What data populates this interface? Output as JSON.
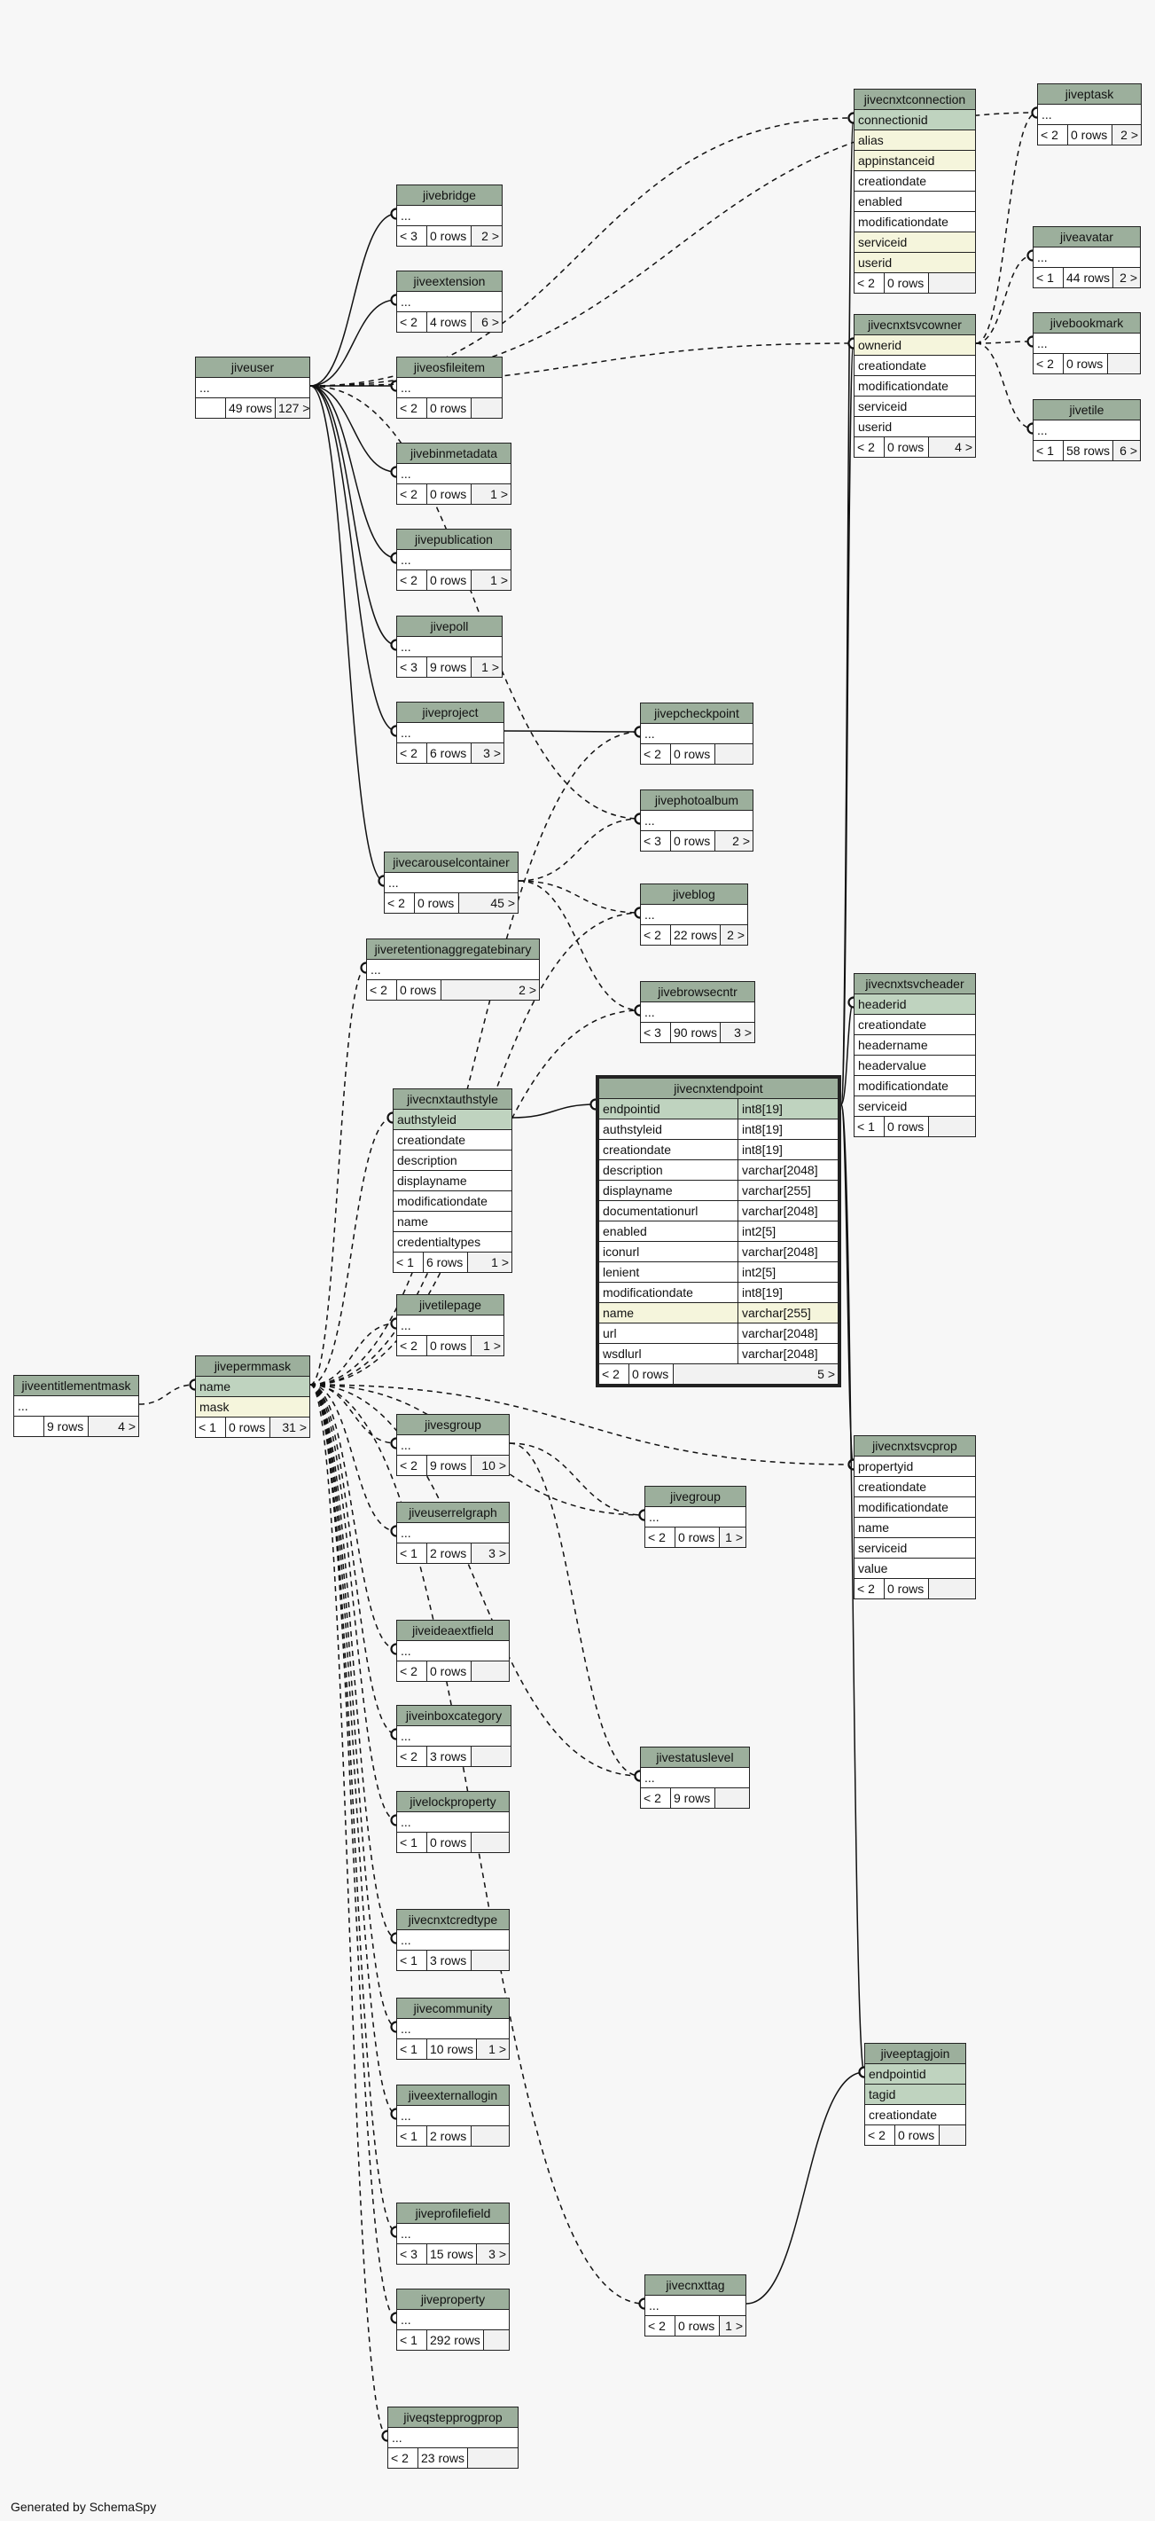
{
  "footer": "Generated by SchemaSpy",
  "colors": {
    "header": "#9caf9c",
    "pk": "#bfd3bf",
    "fk": "#f5f5dc",
    "background": "#f7f7f7",
    "border": "#222222"
  },
  "tables": [
    {
      "id": "jiveptask",
      "name": "jiveptask",
      "rows": [
        {
          "n": "..."
        }
      ],
      "foot": [
        "< 2",
        "0 rows",
        "2 >"
      ]
    },
    {
      "id": "jivecnxtconnection",
      "name": "jivecnxtconnection",
      "rows": [
        {
          "n": "connectionid",
          "k": "pk"
        },
        {
          "n": "alias",
          "k": "fk"
        },
        {
          "n": "appinstanceid",
          "k": "fk"
        },
        {
          "n": "creationdate"
        },
        {
          "n": "enabled"
        },
        {
          "n": "modificationdate"
        },
        {
          "n": "serviceid",
          "k": "fk"
        },
        {
          "n": "userid",
          "k": "fk"
        }
      ],
      "foot": [
        "< 2",
        "0 rows",
        ""
      ]
    },
    {
      "id": "jiveavatar",
      "name": "jiveavatar",
      "rows": [
        {
          "n": "..."
        }
      ],
      "foot": [
        "< 1",
        "44 rows",
        "2 >"
      ]
    },
    {
      "id": "jivecnxtsvcowner",
      "name": "jivecnxtsvcowner",
      "rows": [
        {
          "n": "ownerid",
          "k": "fk"
        },
        {
          "n": "creationdate"
        },
        {
          "n": "modificationdate"
        },
        {
          "n": "serviceid"
        },
        {
          "n": "userid"
        }
      ],
      "foot": [
        "< 2",
        "0 rows",
        "4 >"
      ]
    },
    {
      "id": "jivebookmark",
      "name": "jivebookmark",
      "rows": [
        {
          "n": "..."
        }
      ],
      "foot": [
        "< 2",
        "0 rows",
        ""
      ]
    },
    {
      "id": "jivetile",
      "name": "jivetile",
      "rows": [
        {
          "n": "..."
        }
      ],
      "foot": [
        "< 1",
        "58 rows",
        "6 >"
      ]
    },
    {
      "id": "jivebridge",
      "name": "jivebridge",
      "rows": [
        {
          "n": "..."
        }
      ],
      "foot": [
        "< 3",
        "0 rows",
        "2 >"
      ]
    },
    {
      "id": "jiveextension",
      "name": "jiveextension",
      "rows": [
        {
          "n": "..."
        }
      ],
      "foot": [
        "< 2",
        "4 rows",
        "6 >"
      ]
    },
    {
      "id": "jiveuser",
      "name": "jiveuser",
      "rows": [
        {
          "n": "..."
        }
      ],
      "foot": [
        "",
        "49 rows",
        "127 >"
      ]
    },
    {
      "id": "jiveosfileitem",
      "name": "jiveosfileitem",
      "rows": [
        {
          "n": "..."
        }
      ],
      "foot": [
        "< 2",
        "0 rows",
        ""
      ]
    },
    {
      "id": "jivebinmetadata",
      "name": "jivebinmetadata",
      "rows": [
        {
          "n": "..."
        }
      ],
      "foot": [
        "< 2",
        "0 rows",
        "1 >"
      ]
    },
    {
      "id": "jivepublication",
      "name": "jivepublication",
      "rows": [
        {
          "n": "..."
        }
      ],
      "foot": [
        "< 2",
        "0 rows",
        "1 >"
      ]
    },
    {
      "id": "jivepoll",
      "name": "jivepoll",
      "rows": [
        {
          "n": "..."
        }
      ],
      "foot": [
        "< 3",
        "9 rows",
        "1 >"
      ]
    },
    {
      "id": "jiveproject",
      "name": "jiveproject",
      "rows": [
        {
          "n": "..."
        }
      ],
      "foot": [
        "< 2",
        "6 rows",
        "3 >"
      ]
    },
    {
      "id": "jivepcheckpoint",
      "name": "jivepcheckpoint",
      "rows": [
        {
          "n": "..."
        }
      ],
      "foot": [
        "< 2",
        "0 rows",
        ""
      ]
    },
    {
      "id": "jivephotoalbum",
      "name": "jivephotoalbum",
      "rows": [
        {
          "n": "..."
        }
      ],
      "foot": [
        "< 3",
        "0 rows",
        "2 >"
      ]
    },
    {
      "id": "jivecarouselcontainer",
      "name": "jivecarouselcontainer",
      "rows": [
        {
          "n": "..."
        }
      ],
      "foot": [
        "< 2",
        "0 rows",
        "45 >"
      ]
    },
    {
      "id": "jiveblog",
      "name": "jiveblog",
      "rows": [
        {
          "n": "..."
        }
      ],
      "foot": [
        "< 2",
        "22 rows",
        "2 >"
      ]
    },
    {
      "id": "jiveretentionaggregatebinary",
      "name": "jiveretentionaggregatebinary",
      "rows": [
        {
          "n": "..."
        }
      ],
      "foot": [
        "< 2",
        "0 rows",
        "2 >"
      ]
    },
    {
      "id": "jivebrowsecntr",
      "name": "jivebrowsecntr",
      "rows": [
        {
          "n": "..."
        }
      ],
      "foot": [
        "< 3",
        "90 rows",
        "3 >"
      ]
    },
    {
      "id": "jivecnxtsvcheader",
      "name": "jivecnxtsvcheader",
      "rows": [
        {
          "n": "headerid",
          "k": "pk"
        },
        {
          "n": "creationdate"
        },
        {
          "n": "headername"
        },
        {
          "n": "headervalue"
        },
        {
          "n": "modificationdate"
        },
        {
          "n": "serviceid"
        }
      ],
      "foot": [
        "< 1",
        "0 rows",
        ""
      ]
    },
    {
      "id": "jivecnxtauthstyle",
      "name": "jivecnxtauthstyle",
      "rows": [
        {
          "n": "authstyleid",
          "k": "pk"
        },
        {
          "n": "creationdate"
        },
        {
          "n": "description"
        },
        {
          "n": "displayname"
        },
        {
          "n": "modificationdate"
        },
        {
          "n": "name"
        },
        {
          "n": "credentialtypes"
        }
      ],
      "foot": [
        "< 1",
        "6 rows",
        "1 >"
      ]
    },
    {
      "id": "jivecnxtendpoint",
      "name": "jivecnxtendpoint",
      "focus": true,
      "rows": [
        {
          "n": "endpointid",
          "t": "int8[19]",
          "k": "pk"
        },
        {
          "n": "authstyleid",
          "t": "int8[19]"
        },
        {
          "n": "creationdate",
          "t": "int8[19]"
        },
        {
          "n": "description",
          "t": "varchar[2048]"
        },
        {
          "n": "displayname",
          "t": "varchar[255]"
        },
        {
          "n": "documentationurl",
          "t": "varchar[2048]"
        },
        {
          "n": "enabled",
          "t": "int2[5]"
        },
        {
          "n": "iconurl",
          "t": "varchar[2048]"
        },
        {
          "n": "lenient",
          "t": "int2[5]"
        },
        {
          "n": "modificationdate",
          "t": "int8[19]"
        },
        {
          "n": "name",
          "t": "varchar[255]",
          "k": "fk"
        },
        {
          "n": "url",
          "t": "varchar[2048]"
        },
        {
          "n": "wsdlurl",
          "t": "varchar[2048]"
        }
      ],
      "foot": [
        "< 2",
        "0 rows",
        "5 >"
      ]
    },
    {
      "id": "jivetilepage",
      "name": "jivetilepage",
      "rows": [
        {
          "n": "..."
        }
      ],
      "foot": [
        "< 2",
        "0 rows",
        "1 >"
      ]
    },
    {
      "id": "jiveentitlementmask",
      "name": "jiveentitlementmask",
      "rows": [
        {
          "n": "..."
        }
      ],
      "foot": [
        "",
        "9 rows",
        "4 >"
      ]
    },
    {
      "id": "jivepermmask",
      "name": "jivepermmask",
      "rows": [
        {
          "n": "name",
          "k": "pk"
        },
        {
          "n": "mask",
          "k": "fk"
        }
      ],
      "foot": [
        "< 1",
        "0 rows",
        "31 >"
      ]
    },
    {
      "id": "jivesgroup",
      "name": "jivesgroup",
      "rows": [
        {
          "n": "..."
        }
      ],
      "foot": [
        "< 2",
        "9 rows",
        "10 >"
      ]
    },
    {
      "id": "jivecnxtsvcprop",
      "name": "jivecnxtsvcprop",
      "rows": [
        {
          "n": "propertyid"
        },
        {
          "n": "creationdate"
        },
        {
          "n": "modificationdate"
        },
        {
          "n": "name"
        },
        {
          "n": "serviceid"
        },
        {
          "n": "value"
        }
      ],
      "foot": [
        "< 2",
        "0 rows",
        ""
      ]
    },
    {
      "id": "jiveuserrelgraph",
      "name": "jiveuserrelgraph",
      "rows": [
        {
          "n": "..."
        }
      ],
      "foot": [
        "< 1",
        "2 rows",
        "3 >"
      ]
    },
    {
      "id": "jivegroup",
      "name": "jivegroup",
      "rows": [
        {
          "n": "..."
        }
      ],
      "foot": [
        "< 2",
        "0 rows",
        "1 >"
      ]
    },
    {
      "id": "jiveideaextfield",
      "name": "jiveideaextfield",
      "rows": [
        {
          "n": "..."
        }
      ],
      "foot": [
        "< 2",
        "0 rows",
        ""
      ]
    },
    {
      "id": "jiveinboxcategory",
      "name": "jiveinboxcategory",
      "rows": [
        {
          "n": "..."
        }
      ],
      "foot": [
        "< 2",
        "3 rows",
        ""
      ]
    },
    {
      "id": "jivestatuslevel",
      "name": "jivestatuslevel",
      "rows": [
        {
          "n": "..."
        }
      ],
      "foot": [
        "< 2",
        "9 rows",
        ""
      ]
    },
    {
      "id": "jivelockproperty",
      "name": "jivelockproperty",
      "rows": [
        {
          "n": "..."
        }
      ],
      "foot": [
        "< 1",
        "0 rows",
        ""
      ]
    },
    {
      "id": "jivecnxtcredtype",
      "name": "jivecnxtcredtype",
      "rows": [
        {
          "n": "..."
        }
      ],
      "foot": [
        "< 1",
        "3 rows",
        ""
      ]
    },
    {
      "id": "jivecommunity",
      "name": "jivecommunity",
      "rows": [
        {
          "n": "..."
        }
      ],
      "foot": [
        "< 1",
        "10 rows",
        "1 >"
      ]
    },
    {
      "id": "jiveeptagjoin",
      "name": "jiveeptagjoin",
      "rows": [
        {
          "n": "endpointid",
          "k": "pk"
        },
        {
          "n": "tagid",
          "k": "pk"
        },
        {
          "n": "creationdate"
        }
      ],
      "foot": [
        "< 2",
        "0 rows",
        ""
      ]
    },
    {
      "id": "jiveexternallogin",
      "name": "jiveexternallogin",
      "rows": [
        {
          "n": "..."
        }
      ],
      "foot": [
        "< 1",
        "2 rows",
        ""
      ]
    },
    {
      "id": "jiveprofilefield",
      "name": "jiveprofilefield",
      "rows": [
        {
          "n": "..."
        }
      ],
      "foot": [
        "< 3",
        "15 rows",
        "3 >"
      ]
    },
    {
      "id": "jivecnxttag",
      "name": "jivecnxttag",
      "rows": [
        {
          "n": "..."
        }
      ],
      "foot": [
        "< 2",
        "0 rows",
        "1 >"
      ]
    },
    {
      "id": "jiveproperty",
      "name": "jiveproperty",
      "rows": [
        {
          "n": "..."
        }
      ],
      "foot": [
        "< 1",
        "292 rows",
        ""
      ]
    },
    {
      "id": "jiveqsteppprogprop",
      "name": "jiveqstepprogprop",
      "rows": [
        {
          "n": "..."
        }
      ],
      "foot": [
        "< 2",
        "23 rows",
        ""
      ]
    }
  ]
}
